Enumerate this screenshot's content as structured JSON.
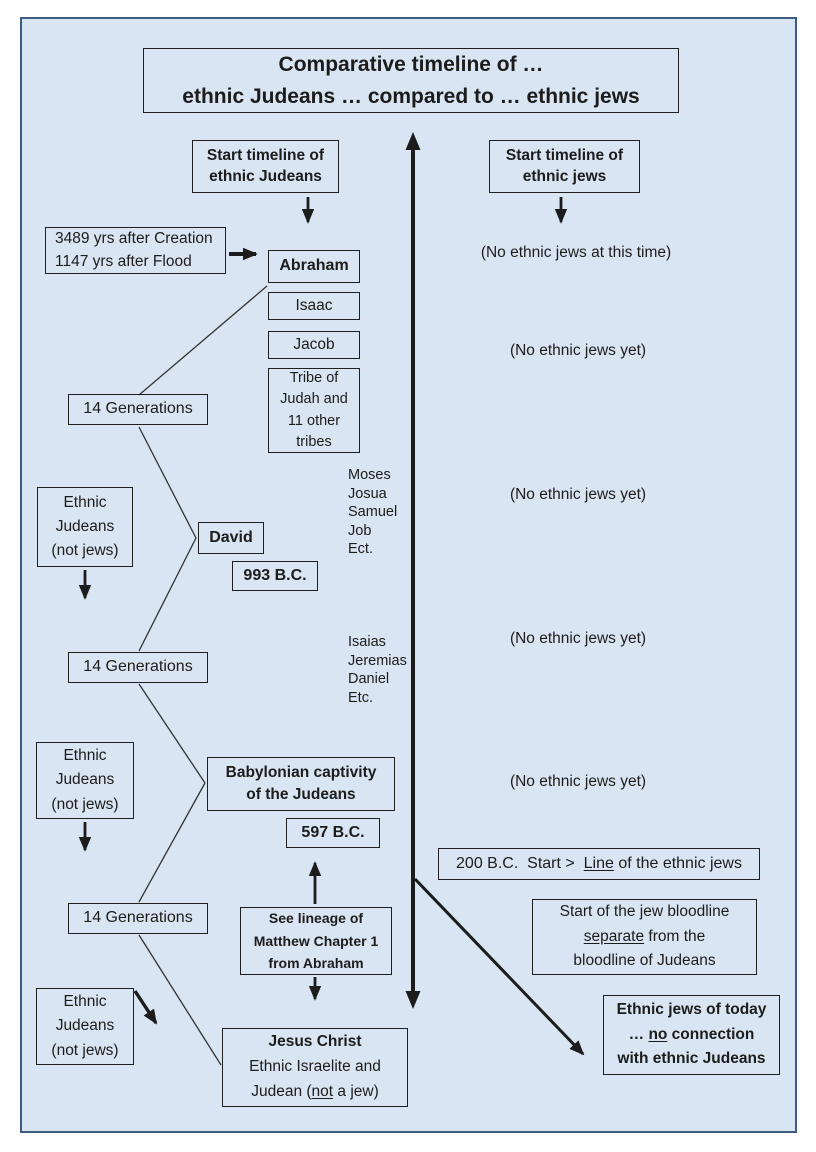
{
  "title": {
    "line1": "Comparative timeline of …",
    "line2": "ethnic Judeans … compared to … ethnic jews"
  },
  "start_judeans": {
    "line1": "Start timeline of",
    "line2": "ethnic Judeans"
  },
  "start_jews": {
    "line1": "Start timeline of",
    "line2": "ethnic jews"
  },
  "creation_note": {
    "line1": "3489 yrs after Creation",
    "line2": "1147 yrs after Flood"
  },
  "patriarchs": {
    "abraham": "Abraham",
    "isaac": "Isaac",
    "jacob": "Jacob"
  },
  "tribe": {
    "line1": "Tribe of",
    "line2": "Judah and",
    "line3": "11 other",
    "line4": "tribes"
  },
  "generations_label": "14 Generations",
  "ethnic_judeans": {
    "line1": "Ethnic",
    "line2": "Judeans",
    "line3": "(not jews)"
  },
  "david": {
    "name": "David",
    "year": "993 B.C."
  },
  "prophets_early": [
    "Moses",
    "Josua",
    "Samuel",
    "Job",
    "Ect."
  ],
  "prophets_late": [
    "Isaias",
    "Jeremias",
    "Daniel",
    "Etc."
  ],
  "babylon": {
    "line1": "Babylonian captivity",
    "line2": "of the Judeans",
    "year": "597 B.C."
  },
  "notes": {
    "no_jews_time": "(No ethnic jews at this time)",
    "no_jews_yet": "(No ethnic jews yet)"
  },
  "bc200": {
    "pre": "200 B.C.  Start >  ",
    "underlined": "Line",
    "post": " of the ethnic jews"
  },
  "lineage": {
    "line1": "See lineage of",
    "line2": "Matthew Chapter 1",
    "line3": "from Abraham"
  },
  "bloodline": {
    "line1": "Start of the jew bloodline",
    "line2_u": "separate",
    "line2_post": " from the",
    "line3": "bloodline of Judeans"
  },
  "jews_today": {
    "line1": "Ethnic jews of today",
    "line2_pre": "… ",
    "line2_u": "no",
    "line2_post": " connection",
    "line3": "with ethnic Judeans"
  },
  "jesus": {
    "name": "Jesus Christ",
    "line2": "Ethnic Israelite and",
    "line3_pre": "Judean (",
    "line3_u": "not",
    "line3_post": " a jew)"
  },
  "colors": {
    "panel_bg": "#d9e5f2",
    "panel_border": "#3e5c80",
    "ink": "#1c1c1c"
  }
}
